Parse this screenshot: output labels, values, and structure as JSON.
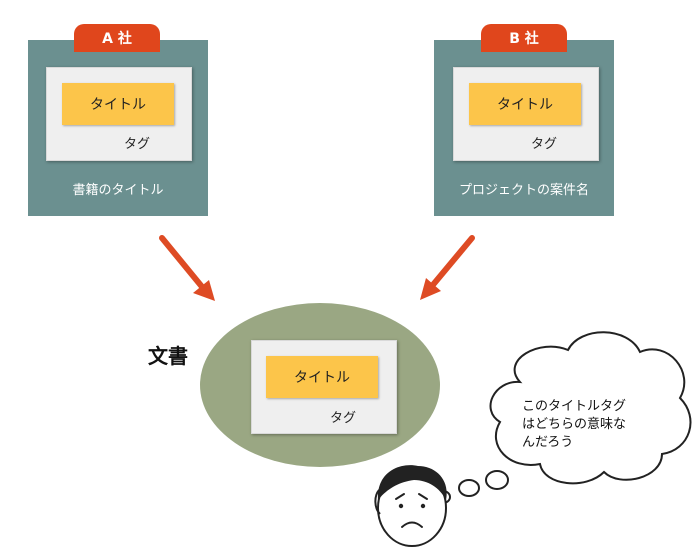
{
  "company_a": {
    "badge": "A 社",
    "title_tag": "タイトル",
    "tag": "タグ",
    "caption": "書籍のタイトル"
  },
  "company_b": {
    "badge": "B 社",
    "title_tag": "タイトル",
    "tag": "タグ",
    "caption": "プロジェクトの案件名"
  },
  "document": {
    "label": "文書",
    "title_tag": "タイトル",
    "tag": "タグ"
  },
  "thought": {
    "line1": "このタイトルタグ",
    "line2": "はどちらの意味な",
    "line3": "んだろう"
  },
  "colors": {
    "badge": "#e0461c",
    "company_box": "#6b9090",
    "title_tag": "#fcc54a",
    "document_ellipse": "#9aa783",
    "arrow": "#de4b24"
  }
}
